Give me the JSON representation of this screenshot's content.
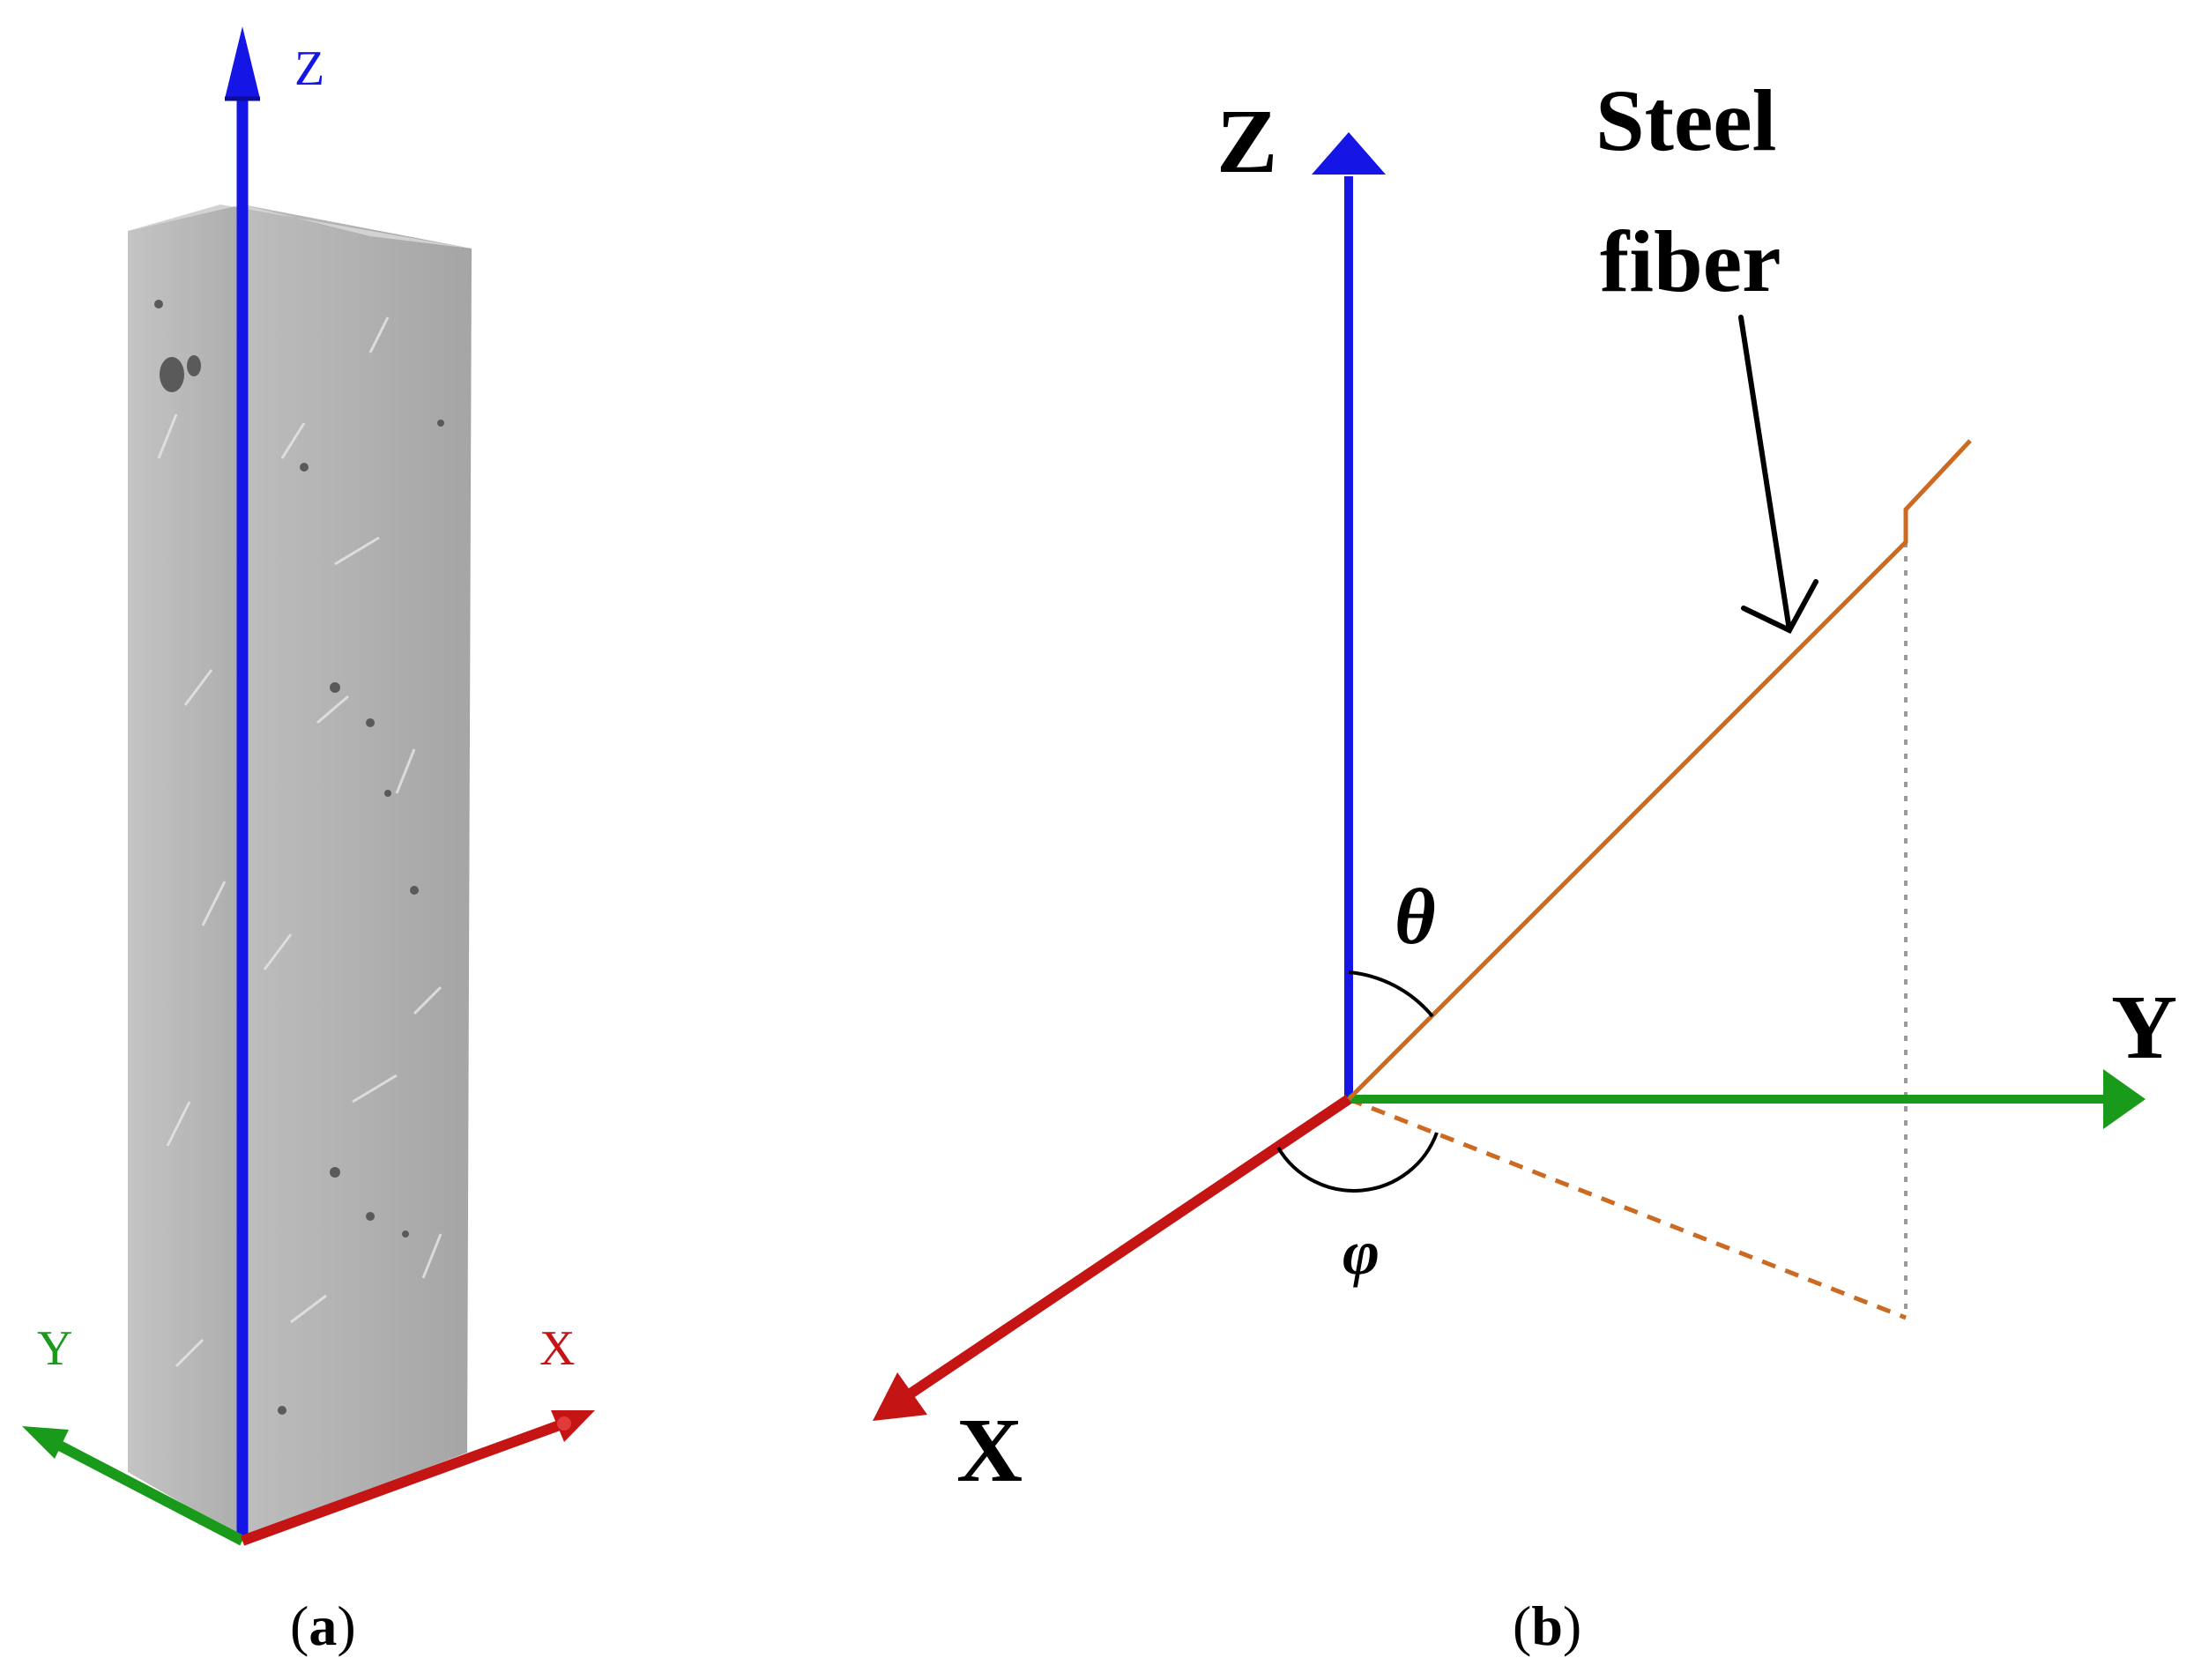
{
  "panel_a": {
    "axis_labels": {
      "z": "Z",
      "y": "Y",
      "x": "X"
    },
    "caption_open": "(",
    "caption_letter": "a",
    "caption_close": ")"
  },
  "panel_b": {
    "axis_labels": {
      "z": "Z",
      "y": "Y",
      "x": "X"
    },
    "fiber_label_line1": "Steel",
    "fiber_label_line2": "fiber",
    "theta": "θ",
    "phi": "φ",
    "caption_open": "(",
    "caption_letter": "b",
    "caption_close": ")"
  },
  "colors": {
    "z_axis": "#1515e6",
    "y_axis": "#1a9a1a",
    "x_axis": "#c41414",
    "fiber": "#cc6a22",
    "projection_guide": "#9a9a9a",
    "specimen": "#b9b9b9"
  }
}
